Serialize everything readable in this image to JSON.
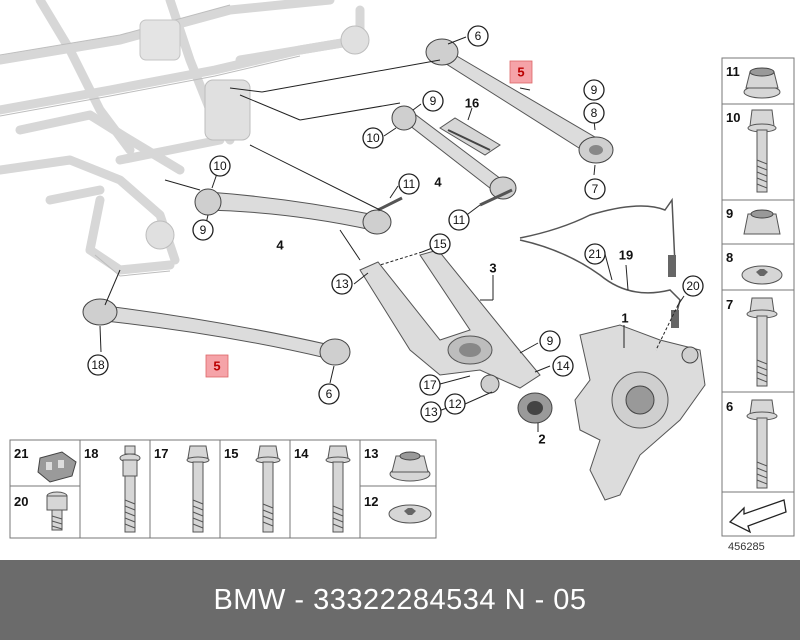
{
  "callouts": {
    "c1": "6",
    "c2": "9",
    "c3": "8",
    "c4": "7",
    "c5": "9",
    "c6": "10",
    "c7": "16",
    "c8": "10",
    "c9": "11",
    "c10": "9",
    "c11": "11",
    "c12": "15",
    "c13": "13",
    "c14": "21",
    "c15": "19",
    "c16": "20",
    "c17": "18",
    "c18": "6",
    "c19": "9",
    "c20": "14",
    "c21": "17",
    "c22": "13",
    "c23": "12"
  },
  "labels": {
    "l4a": "4",
    "l4b": "4",
    "l3": "3",
    "l1": "1",
    "l2": "2"
  },
  "highlighted_labels": {
    "upper": "5",
    "lower": "5"
  },
  "parts_right": [
    "11",
    "10",
    "9",
    "8",
    "7",
    "6"
  ],
  "parts_bottom_top": [
    "21",
    "18",
    "17",
    "15",
    "14",
    "13"
  ],
  "parts_bottom_low": [
    "20",
    "12"
  ],
  "diagram_ref": "456285",
  "footer_text": "BMW - 33322284534     N - 05"
}
